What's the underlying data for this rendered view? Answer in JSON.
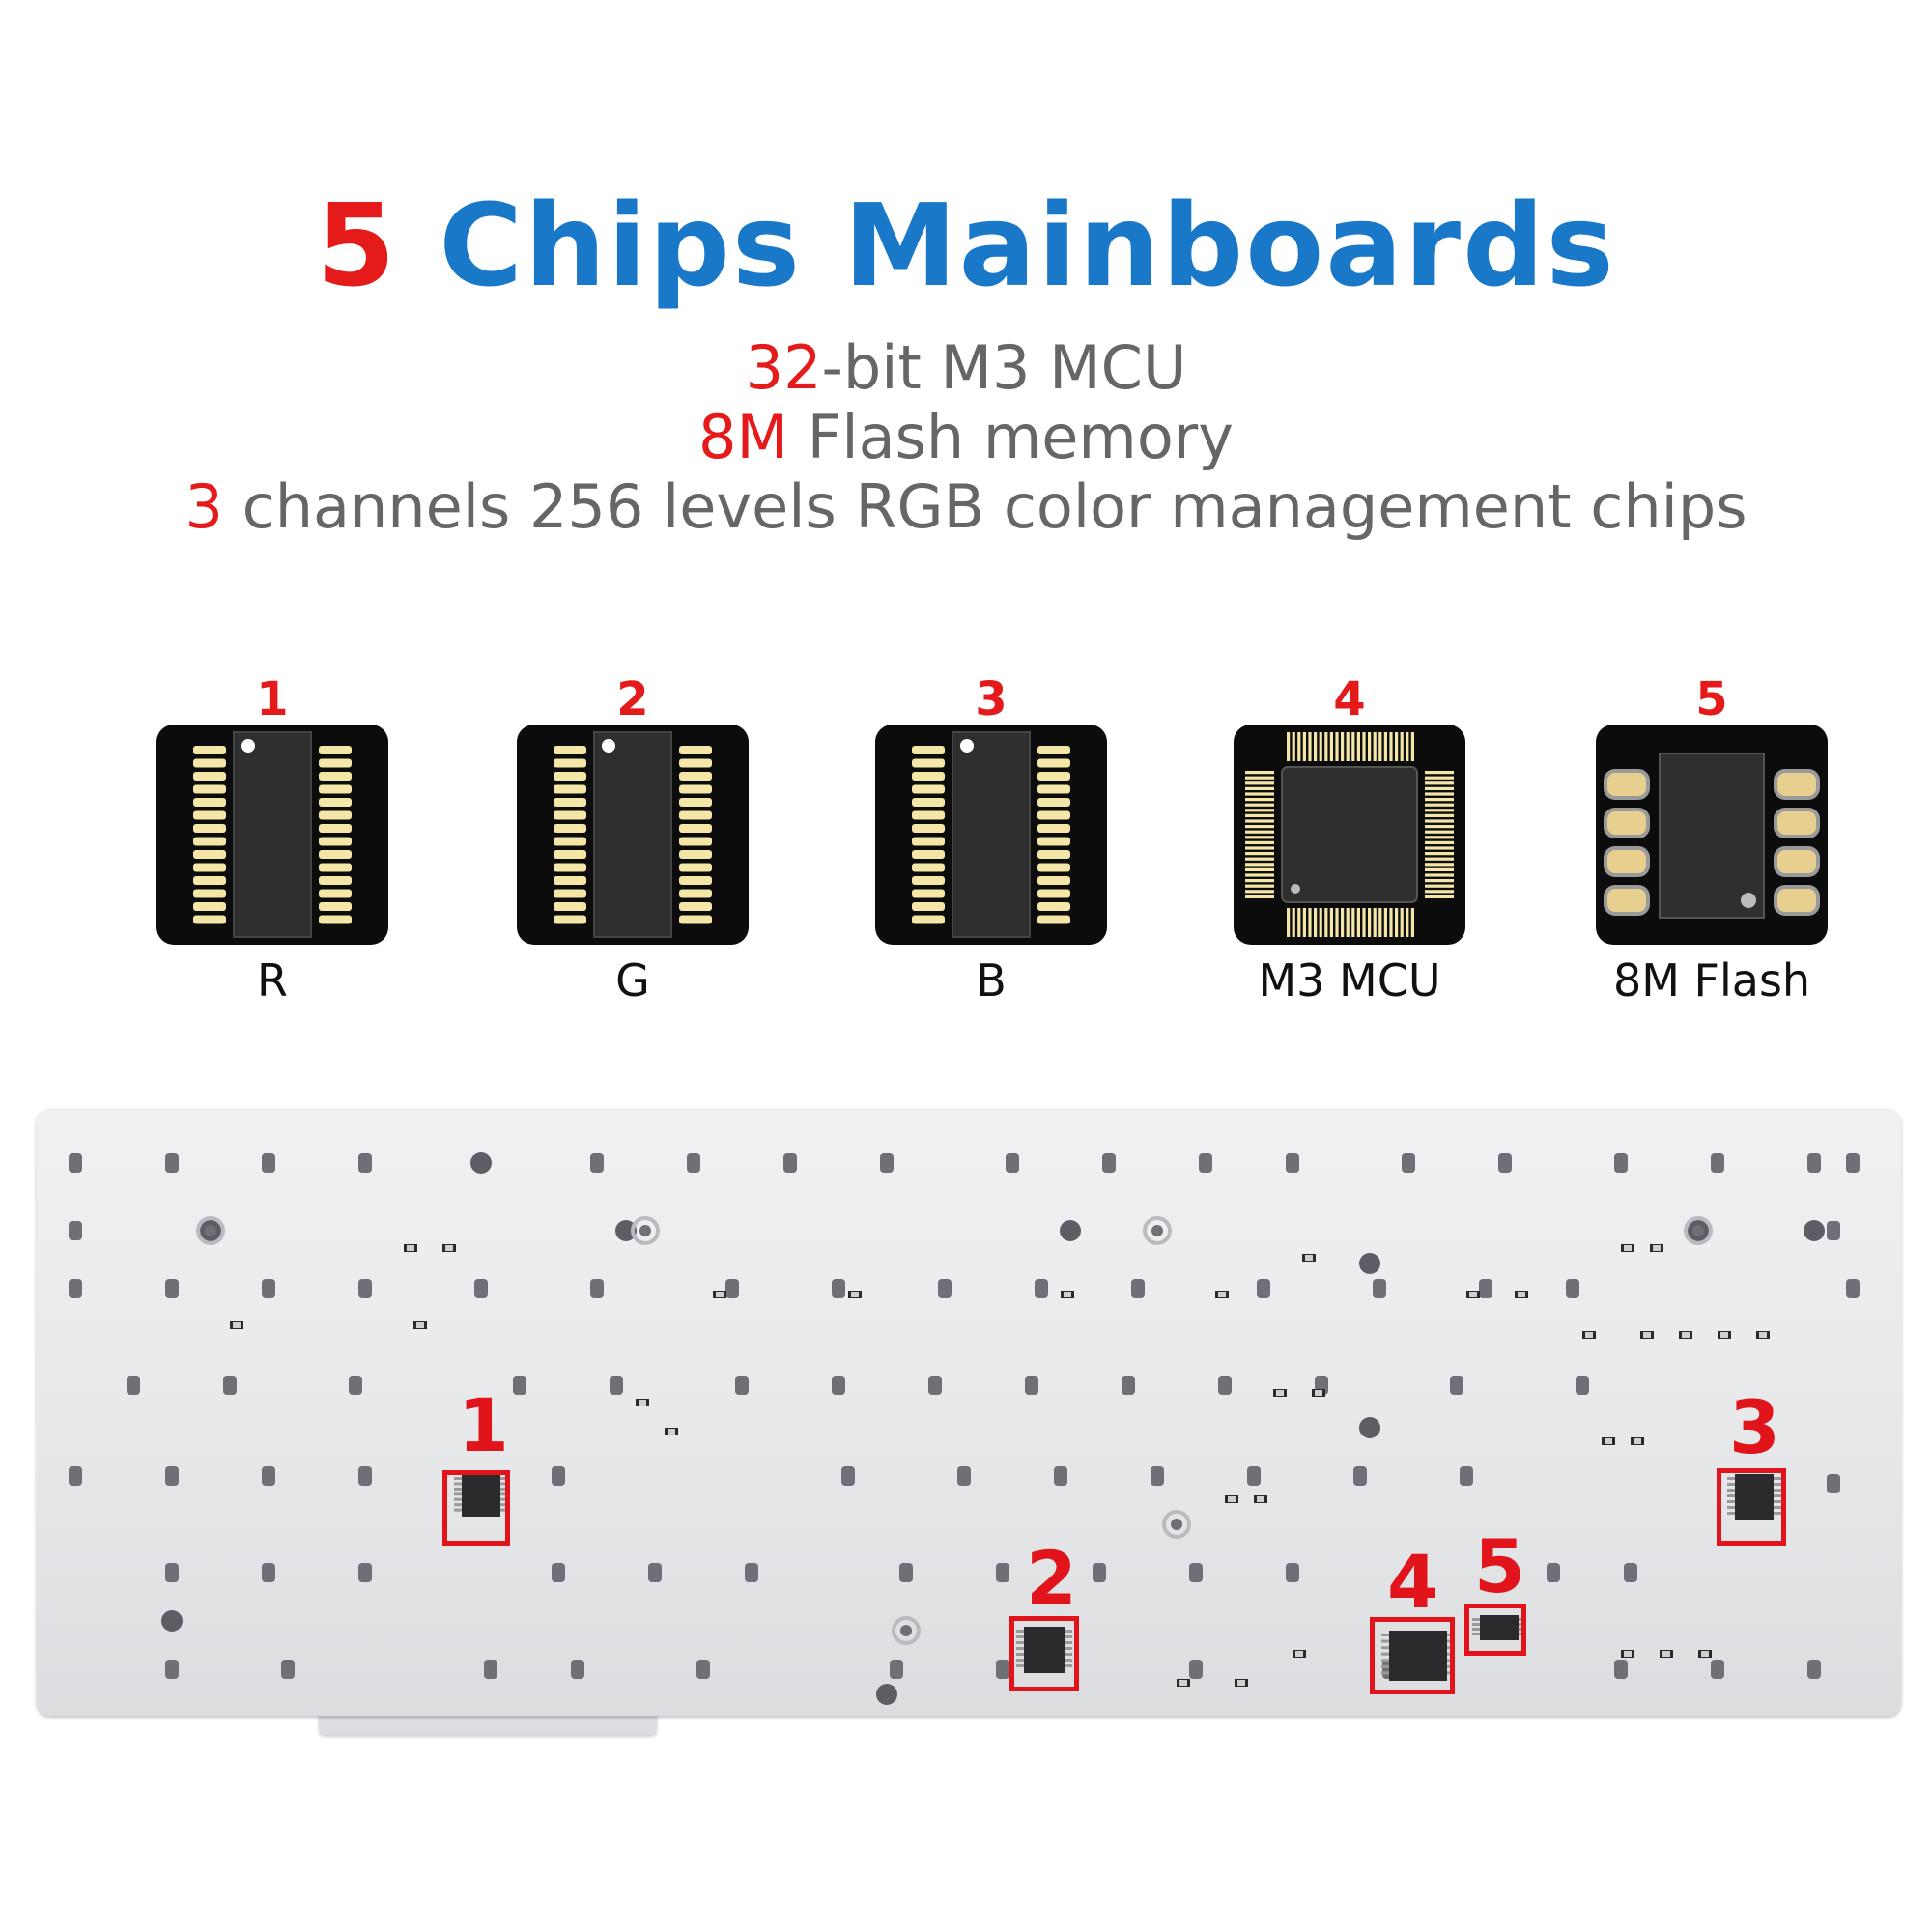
{
  "header": {
    "title_number": "5",
    "title_text": "Chips Mainboards",
    "spec_lines": [
      {
        "highlight": "32",
        "text": "-bit M3 MCU"
      },
      {
        "highlight": "8M",
        "text": " Flash memory"
      },
      {
        "highlight": "3",
        "text": " channels 256 levels RGB color management chips"
      }
    ]
  },
  "chips": [
    {
      "number": "1",
      "label": "R",
      "package": "tssop",
      "icon": "tssop-chip-icon"
    },
    {
      "number": "2",
      "label": "G",
      "package": "tssop",
      "icon": "tssop-chip-icon"
    },
    {
      "number": "3",
      "label": "B",
      "package": "tssop",
      "icon": "tssop-chip-icon"
    },
    {
      "number": "4",
      "label": "M3 MCU",
      "package": "lqfp",
      "icon": "lqfp-chip-icon"
    },
    {
      "number": "5",
      "label": "8M Flash",
      "package": "soic8",
      "icon": "soic8-chip-icon"
    }
  ],
  "board_markers": [
    {
      "number": "1"
    },
    {
      "number": "2"
    },
    {
      "number": "3"
    },
    {
      "number": "4"
    },
    {
      "number": "5"
    }
  ],
  "colors": {
    "accent_red": "#e51a1a",
    "title_blue": "#1a78c8",
    "spec_gray": "#666666",
    "pcb_white": "#e7e8ea",
    "chip_body": "#2f2f2f",
    "pad_gold": "#f3e6a6"
  }
}
